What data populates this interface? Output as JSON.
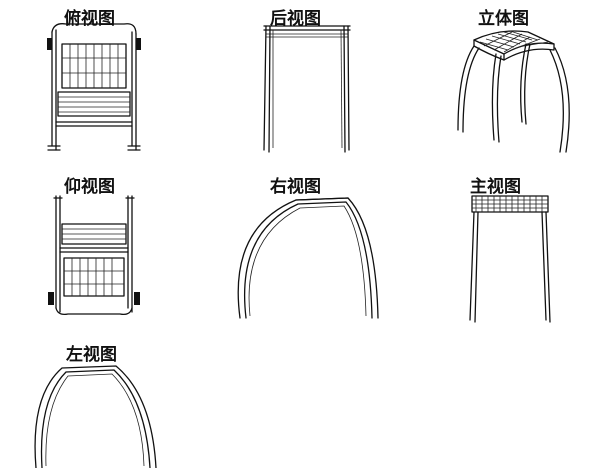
{
  "views": {
    "top": {
      "label": "俯视图"
    },
    "back": {
      "label": "后视图"
    },
    "iso": {
      "label": "立体图"
    },
    "bottom": {
      "label": "仰视图"
    },
    "right": {
      "label": "右视图"
    },
    "front": {
      "label": "主视图"
    },
    "left": {
      "label": "左视图"
    }
  }
}
